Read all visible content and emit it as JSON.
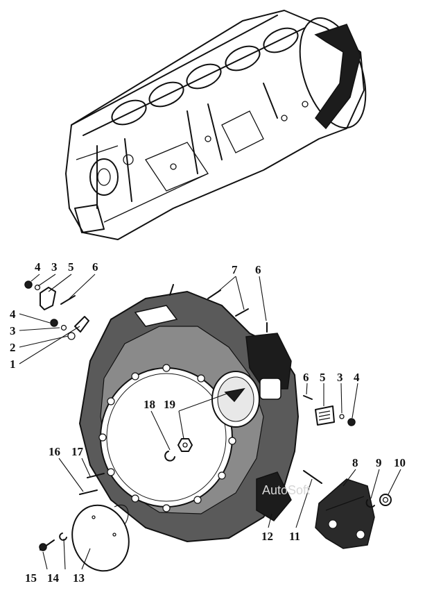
{
  "callouts": [
    {
      "id": "c4a",
      "text": "4"
    },
    {
      "id": "c3a",
      "text": "3"
    },
    {
      "id": "c5a",
      "text": "5"
    },
    {
      "id": "c6a",
      "text": "6"
    },
    {
      "id": "c4b",
      "text": "4"
    },
    {
      "id": "c3b",
      "text": "3"
    },
    {
      "id": "c2",
      "text": "2"
    },
    {
      "id": "c1",
      "text": "1"
    },
    {
      "id": "c7",
      "text": "7"
    },
    {
      "id": "c6b",
      "text": "6"
    },
    {
      "id": "c6c",
      "text": "6"
    },
    {
      "id": "c5b",
      "text": "5"
    },
    {
      "id": "c3c",
      "text": "3"
    },
    {
      "id": "c4c",
      "text": "4"
    },
    {
      "id": "c18",
      "text": "18"
    },
    {
      "id": "c19",
      "text": "19"
    },
    {
      "id": "c16",
      "text": "16"
    },
    {
      "id": "c17",
      "text": "17"
    },
    {
      "id": "c8",
      "text": "8"
    },
    {
      "id": "c9",
      "text": "9"
    },
    {
      "id": "c10",
      "text": "10"
    },
    {
      "id": "c12",
      "text": "12"
    },
    {
      "id": "c11",
      "text": "11"
    },
    {
      "id": "c15",
      "text": "15"
    },
    {
      "id": "c14",
      "text": "14"
    },
    {
      "id": "c13",
      "text": "13"
    }
  ],
  "watermark": "AutoSoft"
}
